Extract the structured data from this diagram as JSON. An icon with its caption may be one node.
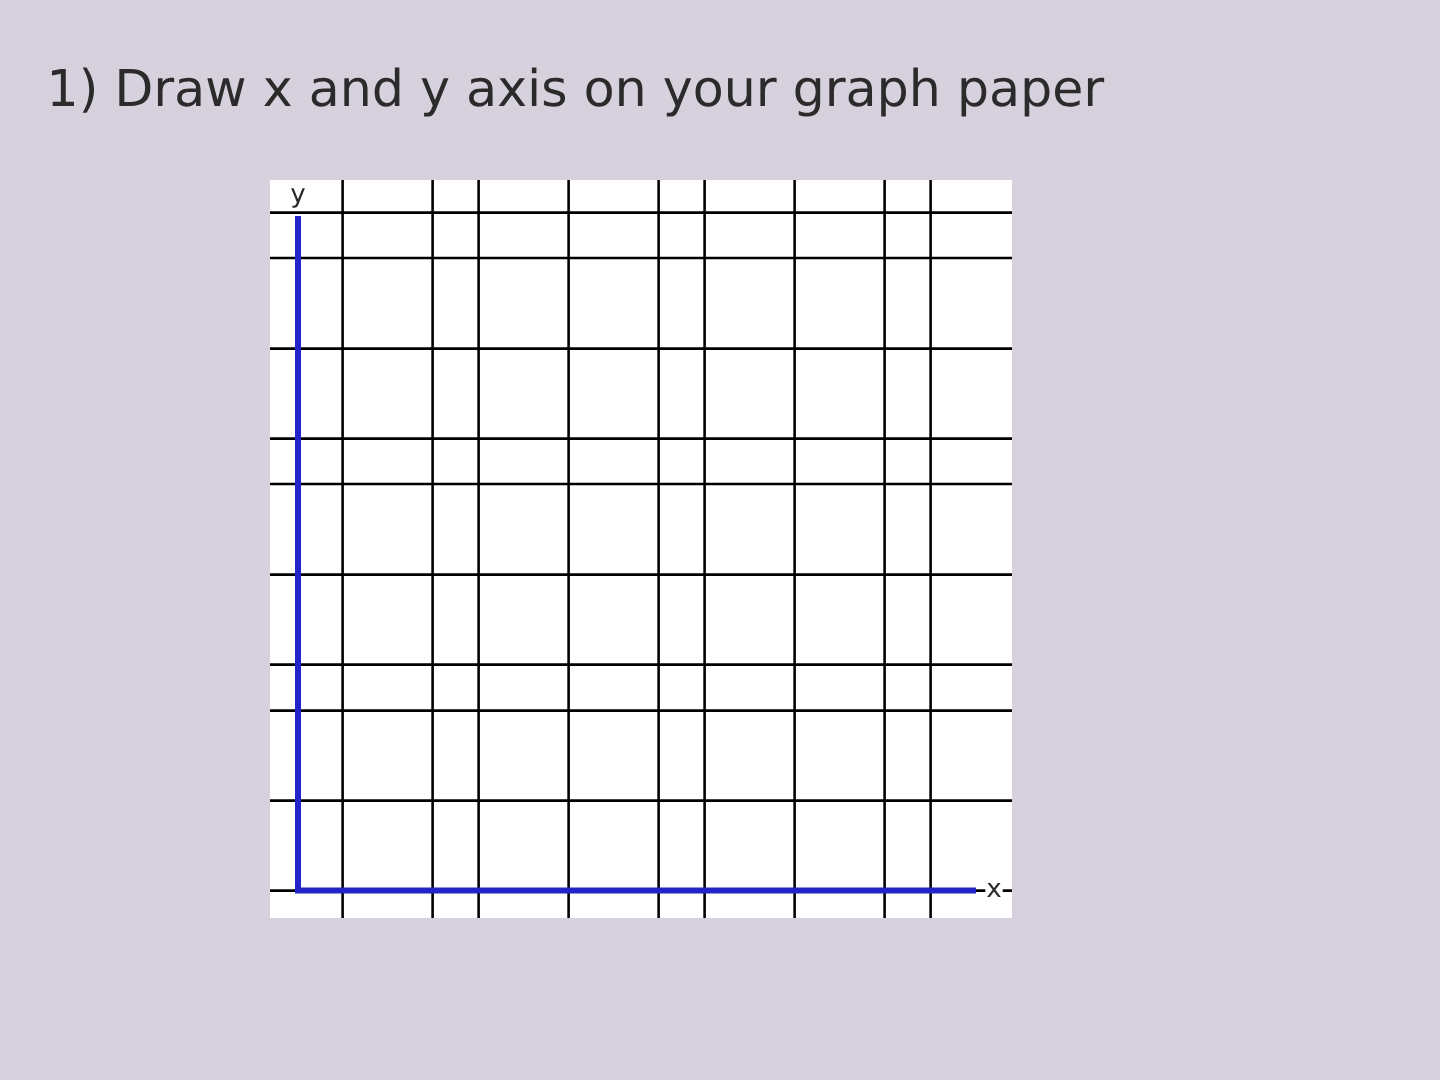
{
  "diagram": {
    "title": "1) Draw x and y axis on your graph paper",
    "labels": [
      "y",
      "x"
    ]
  }
}
